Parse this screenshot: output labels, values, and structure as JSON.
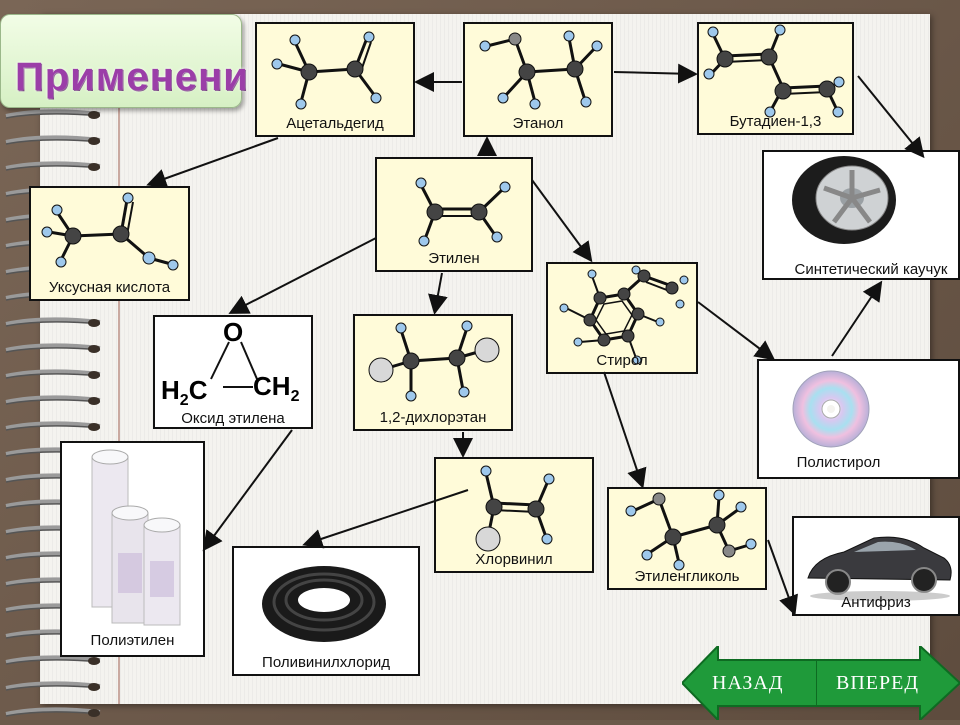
{
  "title": "Применени",
  "nodes": {
    "acetaldehyde": {
      "label": "Ацетальдегид"
    },
    "ethanol": {
      "label": "Этанол"
    },
    "butadiene": {
      "label": "Бутадиен-1,3"
    },
    "ethylene": {
      "label": "Этилен"
    },
    "acetic_acid": {
      "label": "Уксусная кислота"
    },
    "rubber": {
      "label": "Синтетический каучук"
    },
    "ethylene_oxide": {
      "label": "Оксид этилена",
      "formula_o": "O",
      "formula_left": "H",
      "formula_left_sub": "2",
      "formula_left_c": "C",
      "formula_right": "CH",
      "formula_right_sub": "2"
    },
    "dichloroethane": {
      "label": "1,2-дихлорэтан"
    },
    "styrene": {
      "label": "Стирол"
    },
    "polystyrene": {
      "label": "Полистирол"
    },
    "polyethylene": {
      "label": "Полиэтилен"
    },
    "vinyl_chloride": {
      "label": "Хлорвинил"
    },
    "ethylene_glycol": {
      "label": "Этиленгликоль"
    },
    "antifreeze": {
      "label": "Антифриз"
    },
    "pvc": {
      "label": "Поливинилхлорид"
    }
  },
  "nav": {
    "back_label": "НАЗАД",
    "forward_label": "ВПЕРЕД"
  },
  "colors": {
    "title": "#9b3ea8",
    "box_fill": "#fffbd9",
    "nav_green": "#1f9a3a",
    "atom_c": "#444444",
    "atom_h": "#9ec8ec",
    "atom_cl": "#d8d8d8"
  }
}
